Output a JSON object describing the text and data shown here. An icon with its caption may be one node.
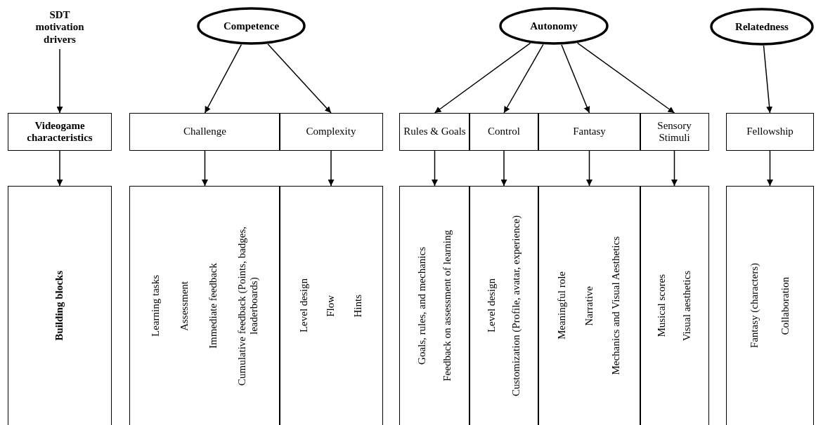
{
  "diagram": {
    "nodes": [
      {
        "text": [
          "SDT motivation drivers"
        ]
      },
      {
        "text": [
          "Competence"
        ]
      },
      {
        "text": [
          "Autonomy"
        ]
      },
      {
        "text": [
          "Relatedness"
        ]
      },
      {
        "text": [
          "Videogame characteristics"
        ]
      },
      {
        "text": [
          "Challenge"
        ]
      },
      {
        "text": [
          "Complexity"
        ]
      },
      {
        "text": [
          "Rules & Goals"
        ]
      },
      {
        "text": [
          "Control"
        ]
      },
      {
        "text": [
          "Fantasy"
        ]
      },
      {
        "text": [
          "Sensory Stimuli"
        ]
      },
      {
        "text": [
          "Fellowship"
        ]
      },
      {
        "text": [
          "Building blocks"
        ]
      },
      {
        "text": [
          "Learning tasks",
          "Assessment",
          "Immediate feedback",
          "Cumulative feedback (Points, badges, leaderboards)"
        ]
      },
      {
        "text": [
          "Level design",
          "Flow",
          "Hints"
        ]
      },
      {
        "text": [
          "Goals, rules, and mechanics",
          "Feedback on assessment of learning"
        ]
      },
      {
        "text": [
          "Level design",
          "Customization (Profile, avatar, experience)"
        ]
      },
      {
        "text": [
          "Meaningful role",
          "Narrative",
          "Mechanics and Visual Aesthetics"
        ]
      },
      {
        "text": [
          "Musical scores",
          "Visual aesthetics"
        ]
      },
      {
        "text": [
          "Fantasy (characters)",
          "Collaboration"
        ]
      }
    ],
    "edges": [
      {
        "from": 0,
        "to": 4,
        "arrow": "to"
      },
      {
        "from": 1,
        "to": 5,
        "arrow": "to"
      },
      {
        "from": 1,
        "to": 6,
        "arrow": "to"
      },
      {
        "from": 2,
        "to": 7,
        "arrow": "to"
      },
      {
        "from": 2,
        "to": 8,
        "arrow": "to"
      },
      {
        "from": 2,
        "to": 9,
        "arrow": "to"
      },
      {
        "from": 2,
        "to": 10,
        "arrow": "to"
      },
      {
        "from": 3,
        "to": 11,
        "arrow": "to"
      },
      {
        "from": 4,
        "to": 12,
        "arrow": "to"
      },
      {
        "from": 5,
        "to": 13,
        "arrow": "to"
      },
      {
        "from": 6,
        "to": 14,
        "arrow": "to"
      },
      {
        "from": 7,
        "to": 15,
        "arrow": "to"
      },
      {
        "from": 8,
        "to": 16,
        "arrow": "to"
      },
      {
        "from": 9,
        "to": 17,
        "arrow": "to"
      },
      {
        "from": 10,
        "to": 18,
        "arrow": "to"
      },
      {
        "from": 11,
        "to": 19,
        "arrow": "to"
      }
    ]
  }
}
